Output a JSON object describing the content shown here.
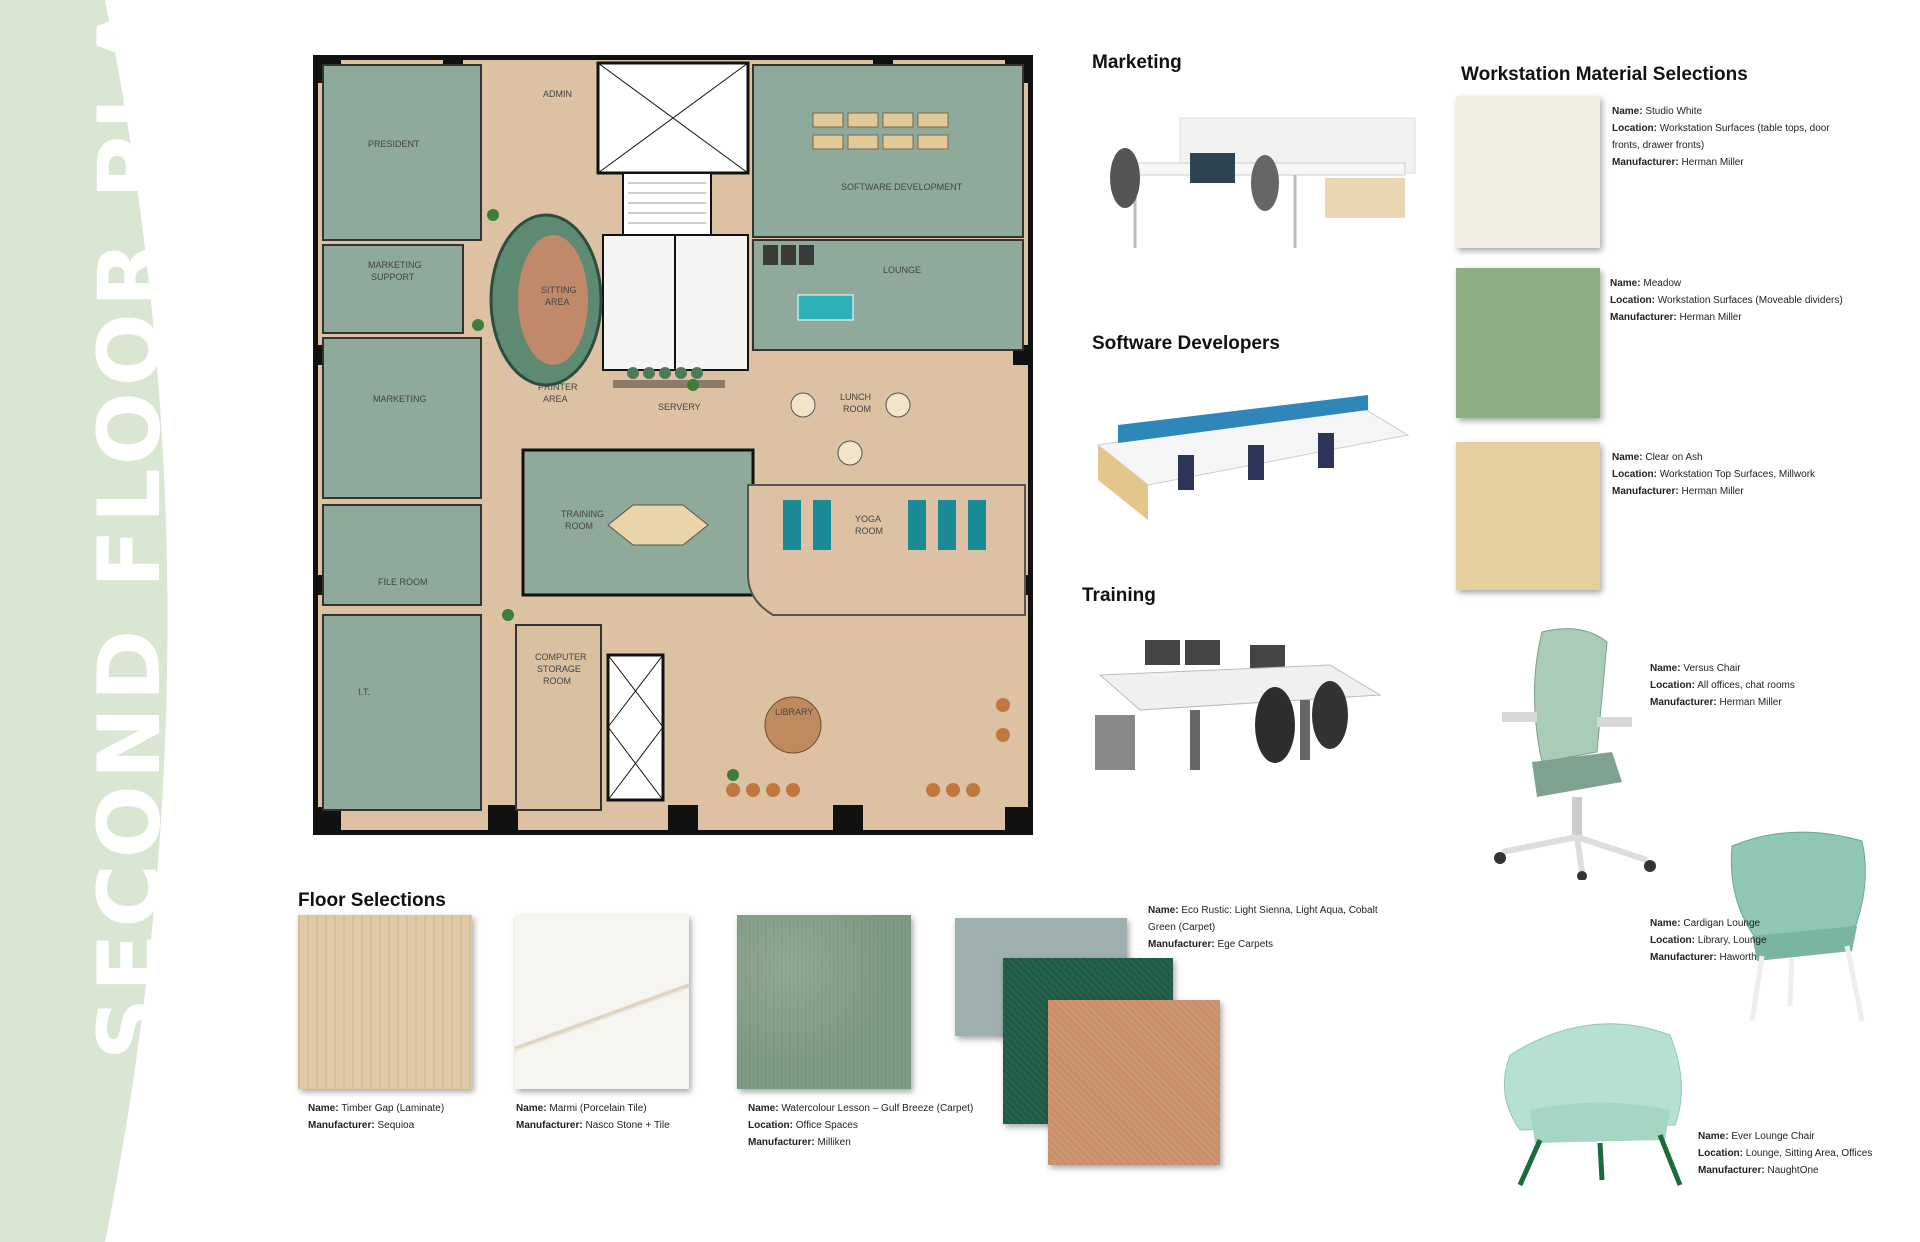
{
  "page": {
    "side_title": "SECOND FLOOR PLAN",
    "band_color": "#d9e6d2"
  },
  "floor_plan": {
    "rooms": {
      "admin": "ADMIN",
      "president": "PRESIDENT",
      "marketing_support_1": "MARKETING",
      "marketing_support_2": "SUPPORT",
      "sitting_1": "SITTING",
      "sitting_2": "AREA",
      "software": "SOFTWARE DEVELOPMENT",
      "lounge": "LOUNGE",
      "marketing": "MARKETING",
      "printer_1": "PRINTER",
      "printer_2": "AREA",
      "servery": "SERVERY",
      "lunch_1": "LUNCH",
      "lunch_2": "ROOM",
      "training_1": "TRAINING",
      "training_2": "ROOM",
      "yoga_1": "YOGA",
      "yoga_2": "ROOM",
      "file": "FILE ROOM",
      "computer_1": "COMPUTER",
      "computer_2": "STORAGE",
      "computer_3": "ROOM",
      "it": "I.T.",
      "library": "LIBRARY"
    },
    "colors": {
      "wood": "#dcc2a2",
      "carpet": "#8fa99a",
      "wall": "#111111",
      "marble": "#f4f4f2",
      "yoga_mat": "#1a8a96"
    }
  },
  "marketing": {
    "heading": "Marketing"
  },
  "software": {
    "heading": "Software Developers"
  },
  "training": {
    "heading": "Training"
  },
  "workstation": {
    "heading": "Workstation Material Selections",
    "materials": [
      {
        "name": "Studio White",
        "location": "Workstation Surfaces (table tops, door fronts, drawer fronts)",
        "manufacturer": "Herman Miller",
        "color": "#f1ede3"
      },
      {
        "name": "Meadow",
        "location": "Workstation Surfaces (Moveable dividers)",
        "manufacturer": "Herman Miller",
        "color": "#8fae87"
      },
      {
        "name": "Clear on Ash",
        "location": "Workstation Top Surfaces, Millwork",
        "manufacturer": "Herman Miller",
        "color": "#e6cf9e"
      }
    ]
  },
  "chairs": [
    {
      "name": "Versus Chair",
      "location": "All offices, chat rooms",
      "manufacturer": "Herman Miller"
    },
    {
      "name": "Cardigan Lounge",
      "location": "Library, Lounge",
      "manufacturer": "Haworth"
    },
    {
      "name": "Ever Lounge Chair",
      "location": "Lounge, Sitting Area, Offices",
      "manufacturer": "NaughtOne"
    }
  ],
  "floor_selections": {
    "heading": "Floor Selections",
    "items": [
      {
        "name": "Timber Gap (Laminate)",
        "manufacturer": "Sequioa",
        "color": "#e0c9a6"
      },
      {
        "name": "Marmi (Porcelain Tile)",
        "manufacturer": "Nasco Stone + Tile",
        "color": "#f6f5f1"
      },
      {
        "name": "Watercolour Lesson – Gulf Breeze (Carpet)",
        "location": "Office Spaces",
        "manufacturer": "Milliken",
        "color": "#7f9a82"
      },
      {
        "name": "Eco Rustic: Light Sienna, Light Aqua, Cobalt Green (Carpet)",
        "manufacturer": "Ege Carpets",
        "colors": [
          "#9fb0b0",
          "#1f5a44",
          "#c98f6b"
        ]
      }
    ]
  },
  "labels": {
    "name": "Name:",
    "location": "Location:",
    "manufacturer": "Manufacturer:"
  }
}
